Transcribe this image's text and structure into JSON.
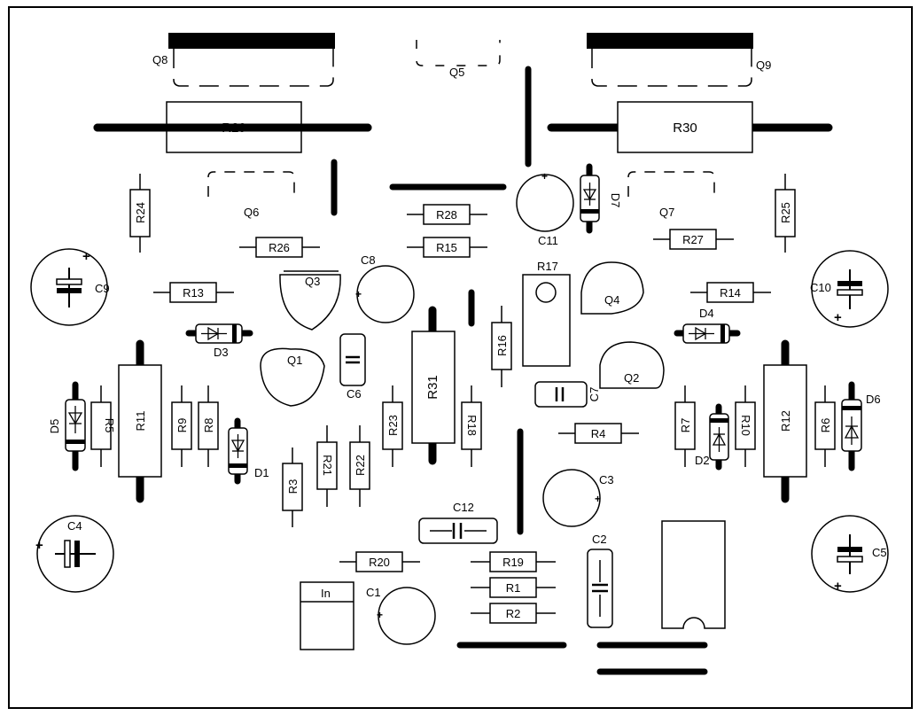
{
  "labels": {
    "Q8": "Q8",
    "Q5": "Q5",
    "Q9": "Q9",
    "Q6": "Q6",
    "Q7": "Q7",
    "Q3": "Q3",
    "Q4": "Q4",
    "Q1": "Q1",
    "Q2": "Q2",
    "R29": "R29",
    "R30": "R30",
    "R24": "R24",
    "R25": "R25",
    "R28": "R28",
    "R26": "R26",
    "R15": "R15",
    "R27": "R27",
    "R13": "R13",
    "R14": "R14",
    "R17": "R17",
    "R16": "R16",
    "R31": "R31",
    "R11": "R11",
    "R12": "R12",
    "R5": "R5",
    "R9": "R9",
    "R8": "R8",
    "R23": "R23",
    "R18": "R18",
    "R4": "R4",
    "R7": "R7",
    "R10": "R10",
    "R6": "R6",
    "R3": "R3",
    "R21": "R21",
    "R22": "R22",
    "R20": "R20",
    "R19": "R19",
    "R1": "R1",
    "R2": "R2",
    "C11": "C11",
    "C8": "C8",
    "C9": "C9",
    "C10": "C10",
    "C6": "C6",
    "C7": "C7",
    "C3": "C3",
    "C4": "C4",
    "C5": "C5",
    "C12": "C12",
    "C2": "C2",
    "C1": "C1",
    "D7": "D7",
    "D4": "D4",
    "D3": "D3",
    "D5": "D5",
    "D1": "D1",
    "D2": "D2",
    "D6": "D6",
    "In": "In",
    "plus": "+"
  }
}
